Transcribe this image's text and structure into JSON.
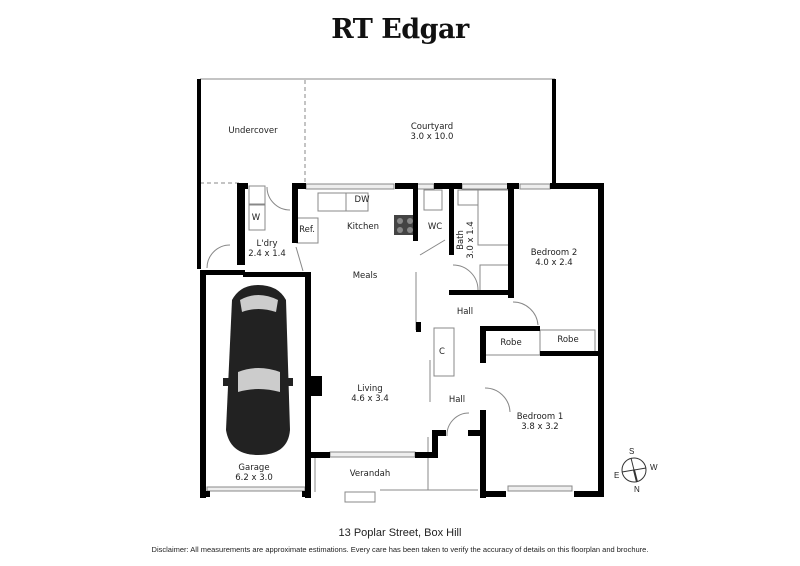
{
  "brand": {
    "name": "RT Edgar"
  },
  "floorplan": {
    "rooms": [
      {
        "id": "undercover",
        "name": "Undercover",
        "dims": ""
      },
      {
        "id": "courtyard",
        "name": "Courtyard",
        "dims": "3.0 x 10.0"
      },
      {
        "id": "w",
        "name": "W",
        "dims": ""
      },
      {
        "id": "laundry",
        "name": "L'dry",
        "dims": "2.4 x 1.4"
      },
      {
        "id": "ref",
        "name": "Ref.",
        "dims": ""
      },
      {
        "id": "dw",
        "name": "DW",
        "dims": ""
      },
      {
        "id": "kitchen",
        "name": "Kitchen",
        "dims": ""
      },
      {
        "id": "wc",
        "name": "WC",
        "dims": ""
      },
      {
        "id": "bath",
        "name": "Bath",
        "dims": "3.0 x 1.4"
      },
      {
        "id": "bedroom2",
        "name": "Bedroom 2",
        "dims": "4.0 x 2.4"
      },
      {
        "id": "meals",
        "name": "Meals",
        "dims": ""
      },
      {
        "id": "hall1",
        "name": "Hall",
        "dims": ""
      },
      {
        "id": "robe1",
        "name": "Robe",
        "dims": ""
      },
      {
        "id": "robe2",
        "name": "Robe",
        "dims": ""
      },
      {
        "id": "cupboard",
        "name": "C",
        "dims": ""
      },
      {
        "id": "living",
        "name": "Living",
        "dims": "4.6 x 3.4"
      },
      {
        "id": "hall2",
        "name": "Hall",
        "dims": ""
      },
      {
        "id": "bedroom1",
        "name": "Bedroom 1",
        "dims": "3.8 x 3.2"
      },
      {
        "id": "garage",
        "name": "Garage",
        "dims": "6.2 x 3.0"
      },
      {
        "id": "verandah",
        "name": "Verandah",
        "dims": ""
      }
    ],
    "compass": {
      "n": "N",
      "s": "S",
      "e": "E",
      "w": "W"
    }
  },
  "footer": {
    "address": "13 Poplar Street, Box Hill",
    "disclaimer": "Disclaimer: All measurements are approximate estimations. Every care has been taken to verify the accuracy of details on this floorplan and brochure."
  }
}
